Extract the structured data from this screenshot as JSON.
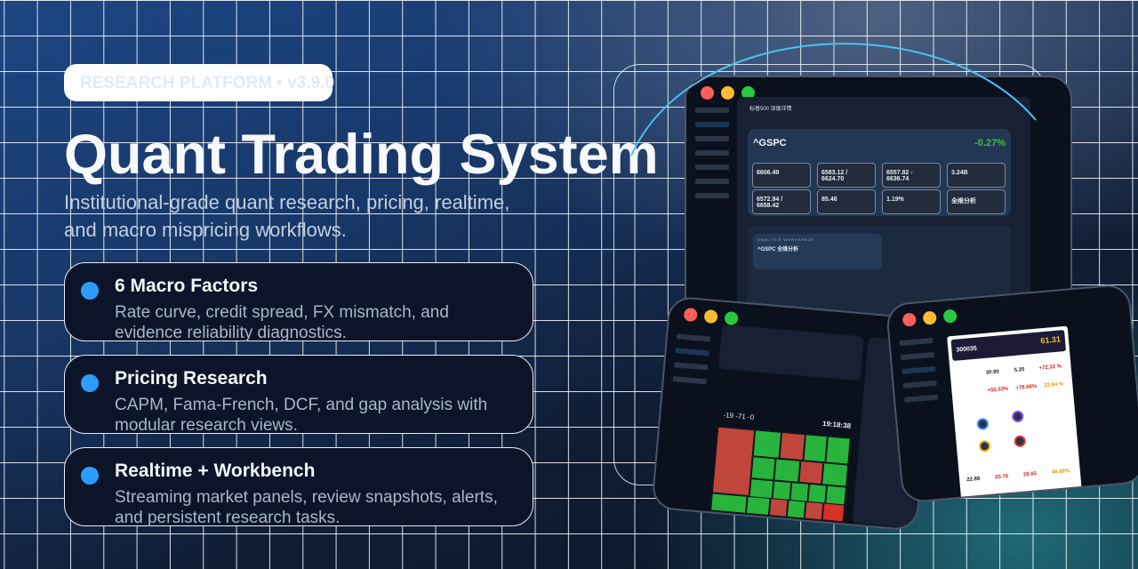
{
  "header": {
    "badge": "RESEARCH PLATFORM  •  v3.9.0",
    "title": "Quant Trading System",
    "subtitle": "Institutional-grade quant research, pricing, realtime, and macro mispricing workflows."
  },
  "features": [
    {
      "title": "6 Macro Factors",
      "desc": "Rate curve, credit spread, FX mismatch, and evidence reliability diagnostics."
    },
    {
      "title": "Pricing Research",
      "desc": "CAPM, Fama-French, DCF, and gap analysis with modular research views."
    },
    {
      "title": "Realtime + Workbench",
      "desc": "Streaming market panels, review snapshots, alerts, and persistent research tasks."
    }
  ],
  "colors": {
    "accent": "#2e9bff",
    "up": "#28b43c",
    "down": "#c0463c",
    "arc": "#4cc3f0"
  },
  "main_window": {
    "panel_title": "标普500 深度详情",
    "symbol": "^GSPC",
    "change": "-0.27%",
    "metrics": [
      "6606.49",
      "6583.12 / 6624.70",
      "6557.82 - 6636.74",
      "3.24B",
      "6572.94 / 6658.42",
      "85.48",
      "1.19%",
      "全维分析"
    ],
    "workspace_label": "ANALYSIS WORKSPACE",
    "workspace_title": "^GSPC 全维分析"
  },
  "heatmap_window": {
    "clock": "19:18:38",
    "numbers": "-19 -71 -0"
  },
  "detail_window": {
    "code": "300035",
    "score": "61.31",
    "values": [
      "30.90",
      "5.20",
      "+72.32 %",
      "+55.03%",
      "+78.66%",
      "23.64 %",
      "22.89",
      "20.76",
      "29.65",
      "46.68%"
    ]
  }
}
